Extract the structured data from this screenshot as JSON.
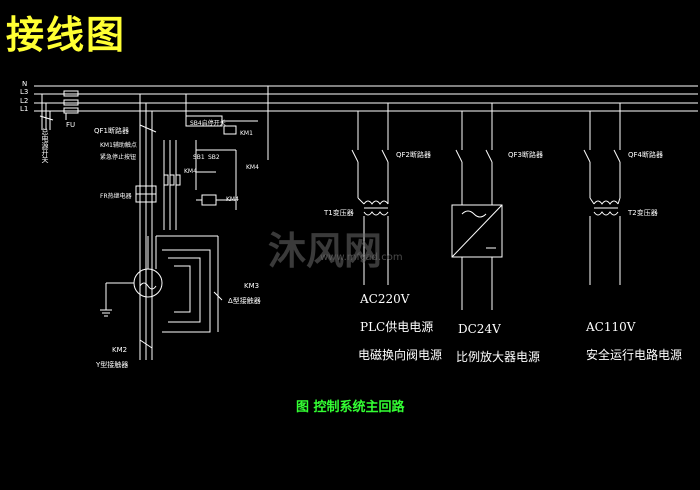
{
  "title": "接线图",
  "caption": "图 控制系统主回路",
  "watermark": {
    "brand": "沐风网",
    "url": "www.mfcad.com"
  },
  "bus_lines": [
    "N",
    "L3",
    "L2",
    "L1"
  ],
  "left_labels": {
    "main_switch": "总电源开关",
    "fuse": "FU",
    "qf1": "QF1断路器",
    "km1_contact": "KM1辅助触点",
    "emergency_stop": "紧急停止按钮",
    "overload_relay": "FR热继电器",
    "motor_switch": "SB4启停开关",
    "sb1": "SB1",
    "sb2": "SB2",
    "km1": "KM1",
    "km4_top": "KM4",
    "km4_mid": "KM4",
    "km4_coil": "KM4",
    "km3": "KM3",
    "km3_desc": "Δ型接触器",
    "km2": "KM2",
    "km2_desc": "Y型接触器"
  },
  "branches": [
    {
      "breaker": "QF2断路器",
      "device": "T1变压器",
      "voltage": "AC220V",
      "line1": "PLC供电电源",
      "line2": "电磁换向阀电源"
    },
    {
      "breaker": "QF3断路器",
      "device": "",
      "voltage": "DC24V",
      "line1": "比例放大器电源",
      "line2": ""
    },
    {
      "breaker": "QF4断路器",
      "device": "T2变压器",
      "voltage": "AC110V",
      "line1": "安全运行电路电源",
      "line2": ""
    }
  ],
  "colors": {
    "background": "#000000",
    "title": "#ffff33",
    "caption": "#33ff33",
    "lines": "#ffffff"
  }
}
